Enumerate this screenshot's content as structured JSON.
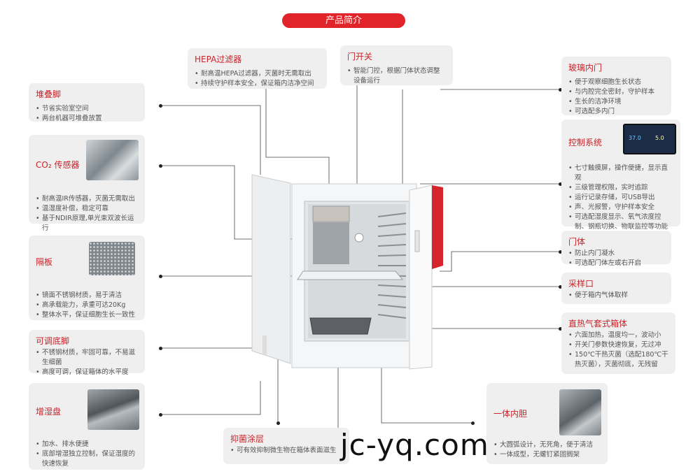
{
  "header": {
    "title": "产品简介"
  },
  "cards": {
    "hepa": {
      "title": "HEPA过滤器",
      "items": [
        "耐高温HEPA过滤器，灭菌时无需取出",
        "持续守护样本安全，保证箱内洁净空间"
      ]
    },
    "doorswitch": {
      "title": "门开关",
      "items": [
        "智能门控，根据门体状态调整设备运行"
      ]
    },
    "glassdoor": {
      "title": "玻璃内门",
      "items": [
        "便于观察细胞生长状态",
        "与内腔完全密封，守护样本",
        "生长的洁净环境",
        "可选配多内门"
      ]
    },
    "stack": {
      "title": "堆叠脚",
      "items": [
        "节省实验室空间",
        "两台机器可堆叠放置"
      ]
    },
    "co2": {
      "title": "CO₂ 传感器",
      "items": [
        "耐高温IR传感器，灭菌无需取出",
        "温湿度补偿，稳定可靠",
        "基于NDIR原理,单光束双波长运行"
      ]
    },
    "control": {
      "title": "控制系统",
      "items": [
        "七寸触摸屏，操作便捷，显示直观",
        "三级管理权限，实时追踪",
        "运行记录存储，可USB导出",
        "声、光报警，守护样本安全",
        "可选配湿度显示、氧气浓度控制、钢瓶切换、物联监控等功能"
      ]
    },
    "door": {
      "title": "门体",
      "items": [
        "防止内门凝水",
        "可选配门体左或右开启"
      ]
    },
    "shelf": {
      "title": "隔板",
      "items": [
        "镜面不锈钢材质，易于清洁",
        "高承载能力，承重可达20Kg",
        "整体水平，保证细胞生长一致性"
      ]
    },
    "sample": {
      "title": "采样口",
      "items": [
        "便于箱内气体取样"
      ]
    },
    "jacket": {
      "title": "直热气套式箱体",
      "items": [
        "六面加热，温度均一，波动小",
        "开关门参数快速恢复，无过冲",
        "150℃干热灭菌（选配180℃干热灭菌），灭菌彻底，无残留"
      ]
    },
    "feet": {
      "title": "可调底脚",
      "items": [
        "不锈钢材质，牢固可靠，不易滋生细菌",
        "高度可调，保证箱体的水平度"
      ]
    },
    "humid": {
      "title": "增湿盘",
      "items": [
        "加水、排水便捷",
        "底部增湿独立控制，保证湿度的快速恢复"
      ]
    },
    "coating": {
      "title": "抑菌涂层",
      "items": [
        "可有效抑制微生物在箱体表面滋生"
      ]
    },
    "chamber": {
      "title": "一体内胆",
      "items": [
        "大圆弧设计，无死角，便于清洁",
        "一体成型，无螺钉紧固搁架"
      ]
    }
  },
  "screen": {
    "temp": "37.0",
    "co2": "5.0"
  },
  "watermark": "jc-yq.com",
  "colors": {
    "accent": "#e0242a",
    "card": "#efefef"
  }
}
